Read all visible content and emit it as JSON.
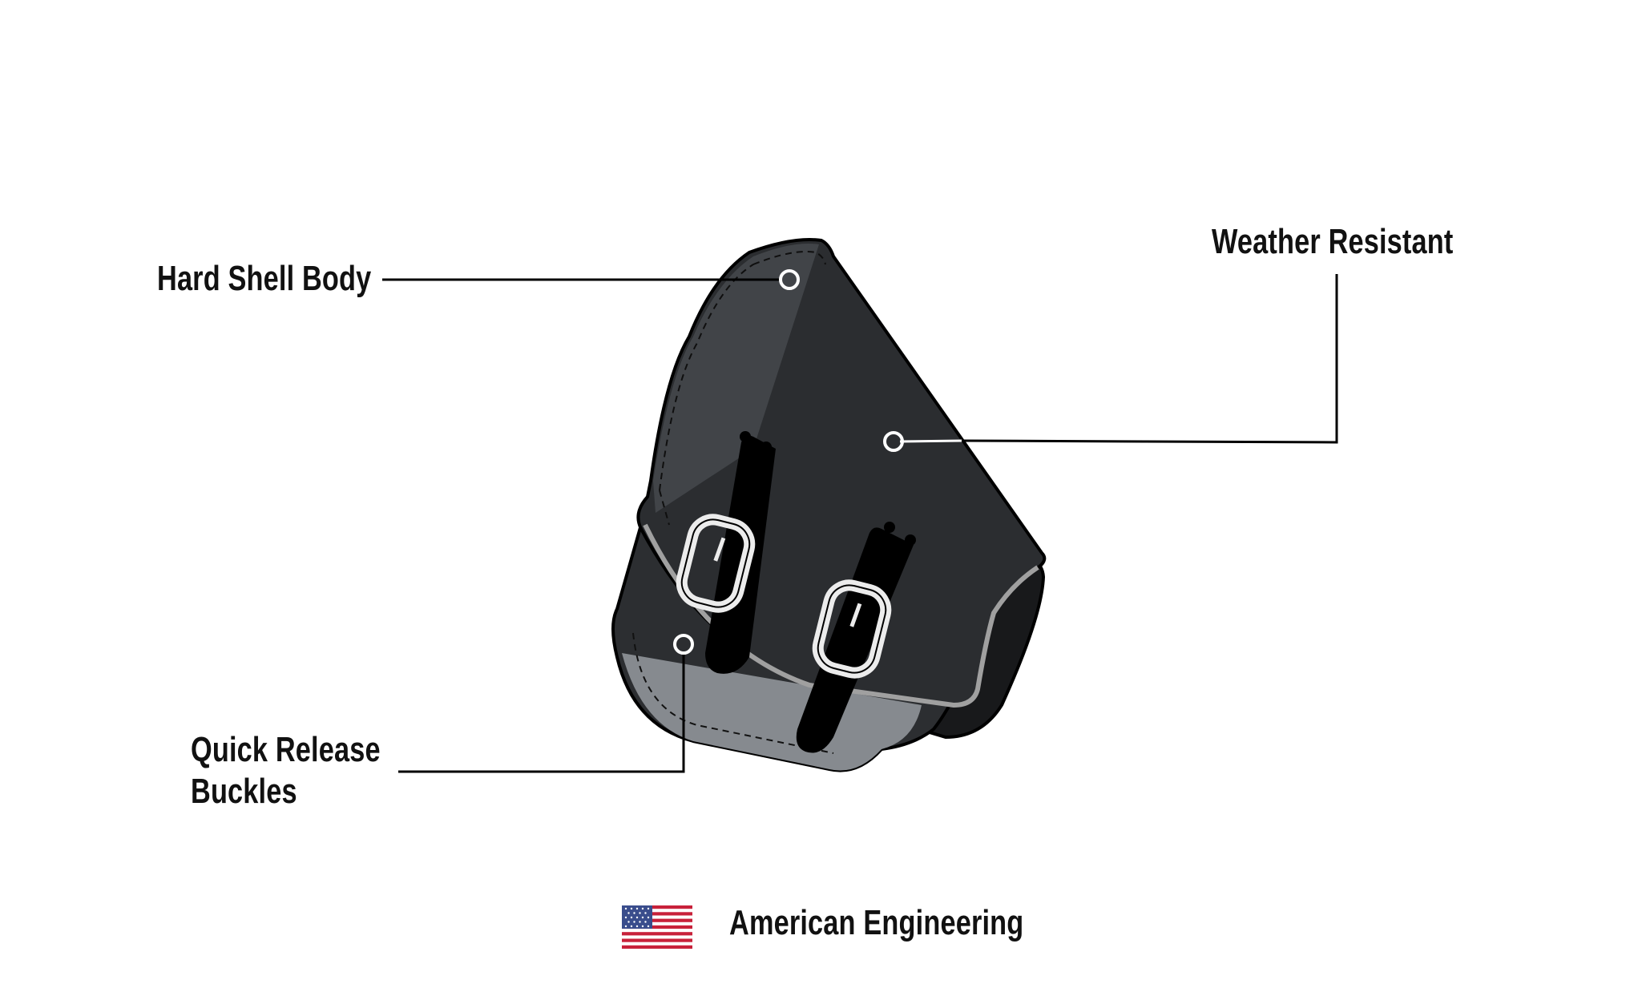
{
  "callouts": {
    "hard_shell": "Hard Shell Body",
    "weather": "Weather Resistant",
    "quick_release_line1": "Quick Release",
    "quick_release_line2": "Buckles"
  },
  "footer": {
    "text": "American Engineering",
    "flag_icon": "us-flag-icon"
  },
  "colors": {
    "text": "#111111",
    "bag_body": "#2c2e31",
    "bag_highlight": "#474a4e",
    "bag_bottom": "#7f8388",
    "trim": "#9c9c9c",
    "buckle": "#e8e8e8",
    "flag_red": "#c8213a",
    "flag_blue": "#3a4d8c"
  }
}
